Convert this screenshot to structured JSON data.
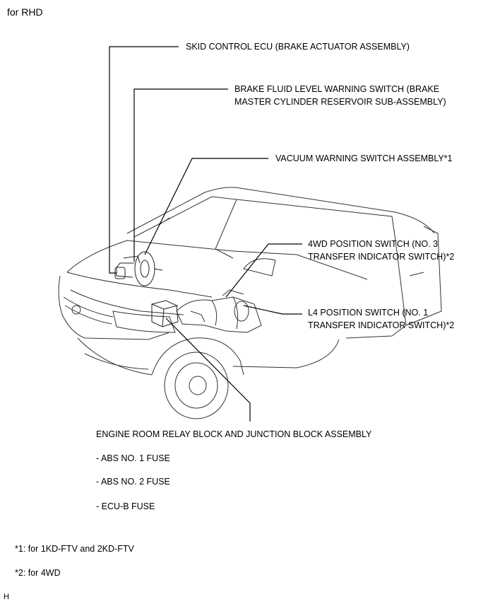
{
  "header": {
    "title": "for RHD"
  },
  "components": {
    "skid_control_ecu": "SKID CONTROL ECU (BRAKE ACTUATOR ASSEMBLY)",
    "brake_fluid_switch_line1": "BRAKE FLUID LEVEL WARNING SWITCH (BRAKE",
    "brake_fluid_switch_line2": "MASTER CYLINDER RESERVOIR SUB-ASSEMBLY)",
    "vacuum_switch": "VACUUM WARNING SWITCH ASSEMBLY*1",
    "pos4wd_line1": "4WD POSITION SWITCH (NO. 3",
    "pos4wd_line2": "TRANSFER INDICATOR SWITCH)*2",
    "l4_line1": "L4 POSITION SWITCH (NO. 1",
    "l4_line2": "TRANSFER INDICATOR SWITCH)*2",
    "relay_block": "ENGINE ROOM RELAY BLOCK AND JUNCTION BLOCK ASSEMBLY",
    "fuses": [
      "- ABS NO. 1 FUSE",
      "- ABS NO. 2 FUSE",
      "- ECU-B FUSE"
    ]
  },
  "footnotes": [
    "*1: for 1KD-FTV and 2KD-FTV",
    "*2: for 4WD"
  ],
  "corner_mark": "H"
}
